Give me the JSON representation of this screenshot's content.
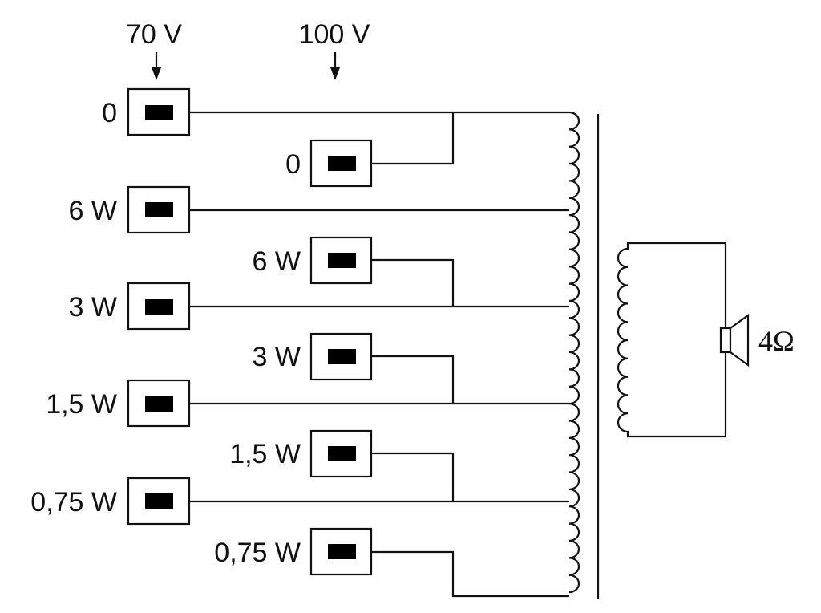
{
  "headers": {
    "v70": "70 V",
    "v100": "100 V"
  },
  "taps_70v": [
    "0",
    "6 W",
    "3 W",
    "1,5 W",
    "0,75 W"
  ],
  "taps_100v": [
    "0",
    "6 W",
    "3 W",
    "1,5 W",
    "0,75 W"
  ],
  "speaker": {
    "impedance": "4Ω"
  },
  "icons": {
    "terminal": "screw-terminal-icon",
    "speaker": "loudspeaker-icon",
    "arrow": "arrow-down-icon"
  }
}
